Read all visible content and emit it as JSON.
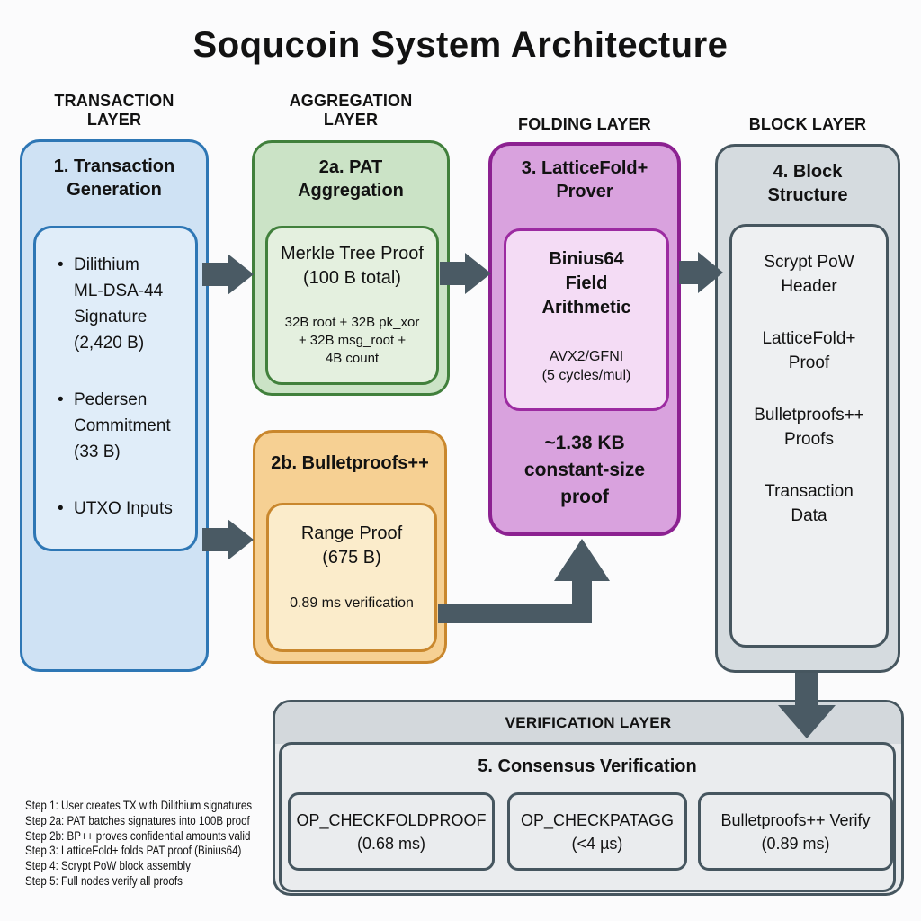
{
  "title": "Soqucoin System Architecture",
  "headers": {
    "transaction": "TRANSACTION\nLAYER",
    "aggregation": "AGGREGATION\nLAYER",
    "folding": "FOLDING LAYER",
    "block": "BLOCK LAYER",
    "verification": "VERIFICATION LAYER"
  },
  "boxes": {
    "transaction": {
      "title": "1. Transaction\nGeneration",
      "items": [
        "Dilithium\nML-DSA-44\nSignature\n(2,420 B)",
        "Pedersen\nCommitment\n(33 B)",
        "UTXO Inputs"
      ]
    },
    "pat": {
      "title": "2a. PAT\nAggregation",
      "proof": "Merkle Tree Proof\n(100 B total)",
      "detail": "32B root + 32B pk_xor\n+ 32B msg_root +\n4B count"
    },
    "bulletproofs": {
      "title": "2b. Bulletproofs++",
      "proof": "Range Proof\n(675 B)",
      "detail": "0.89 ms verification"
    },
    "latticefold": {
      "title": "3. LatticeFold+\nProver",
      "inner_title": "Binius64\nField\nArithmetic",
      "inner_detail": "AVX2/GFNI\n(5 cycles/mul)",
      "footer": "~1.38 KB\nconstant-size\nproof"
    },
    "block": {
      "title": "4. Block\nStructure",
      "items": [
        "Scrypt PoW\nHeader",
        "LatticeFold+\nProof",
        "Bulletproofs++\nProofs",
        "Transaction\nData"
      ]
    },
    "verification": {
      "title": "5. Consensus Verification",
      "ops": [
        "OP_CHECKFOLDPROOF\n(0.68 ms)",
        "OP_CHECKPATAGG\n(<4 µs)",
        "Bulletproofs++ Verify\n(0.89 ms)"
      ]
    }
  },
  "steps": [
    "Step 1: User creates TX with Dilithium signatures",
    "Step 2a: PAT batches signatures into 100B proof",
    "Step 2b: BP++ proves confidential amounts valid",
    "Step 3: LatticeFold+ folds PAT proof (Binius64)",
    "Step 4: Scrypt PoW block assembly",
    "Step 5: Full nodes verify all proofs"
  ],
  "colors": {
    "arrow": "#4a5a64",
    "blue_border": "#2e77b5",
    "blue_fill": "#cfe2f4",
    "blue_inner_fill": "#e0edf9",
    "green_border": "#41803c",
    "green_fill": "#cbe3c6",
    "green_inner_fill": "#e4f0df",
    "orange_border": "#c9872d",
    "orange_fill": "#f6d093",
    "orange_inner_fill": "#fbeccb",
    "purple_border": "#8c2191",
    "purple_fill": "#d9a2de",
    "purple_inner_fill": "#f4dcf5",
    "slate_border": "#46565f",
    "slate_fill": "#d5dbdf",
    "slate_inner_fill": "#eef0f2"
  }
}
